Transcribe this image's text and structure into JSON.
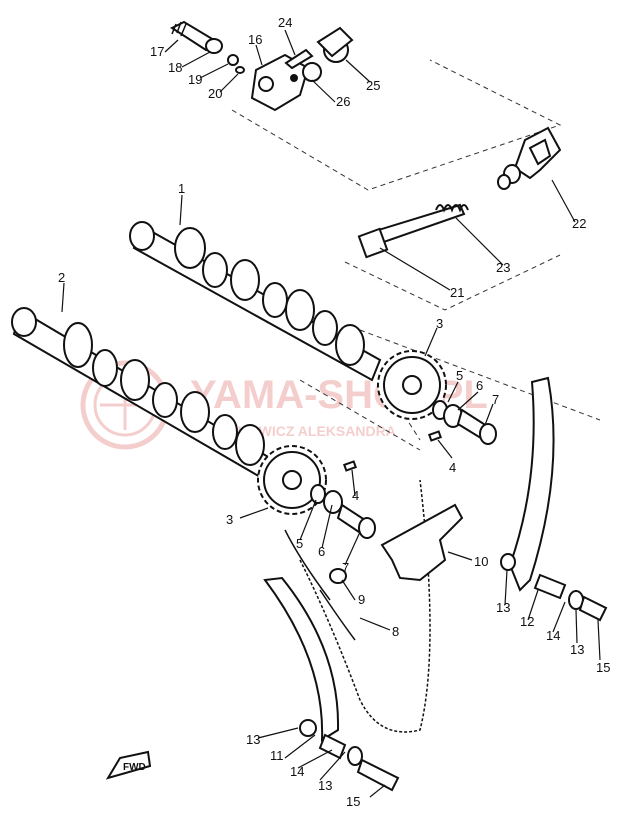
{
  "diagram": {
    "part_numbers": [
      "1",
      "2",
      "3",
      "3",
      "4",
      "4",
      "5",
      "5",
      "6",
      "6",
      "7",
      "7",
      "8",
      "9",
      "10",
      "11",
      "12",
      "13",
      "13",
      "13",
      "13",
      "14",
      "14",
      "15",
      "15",
      "16",
      "17",
      "18",
      "19",
      "20",
      "21",
      "22",
      "23",
      "24",
      "25",
      "26"
    ],
    "direction_marker": "FWD",
    "watermark": {
      "brand": "YAMA-SHOP.PL",
      "tagline": "PIECHOWICZ ALEKSANDRA",
      "color": "#d9534f"
    }
  }
}
